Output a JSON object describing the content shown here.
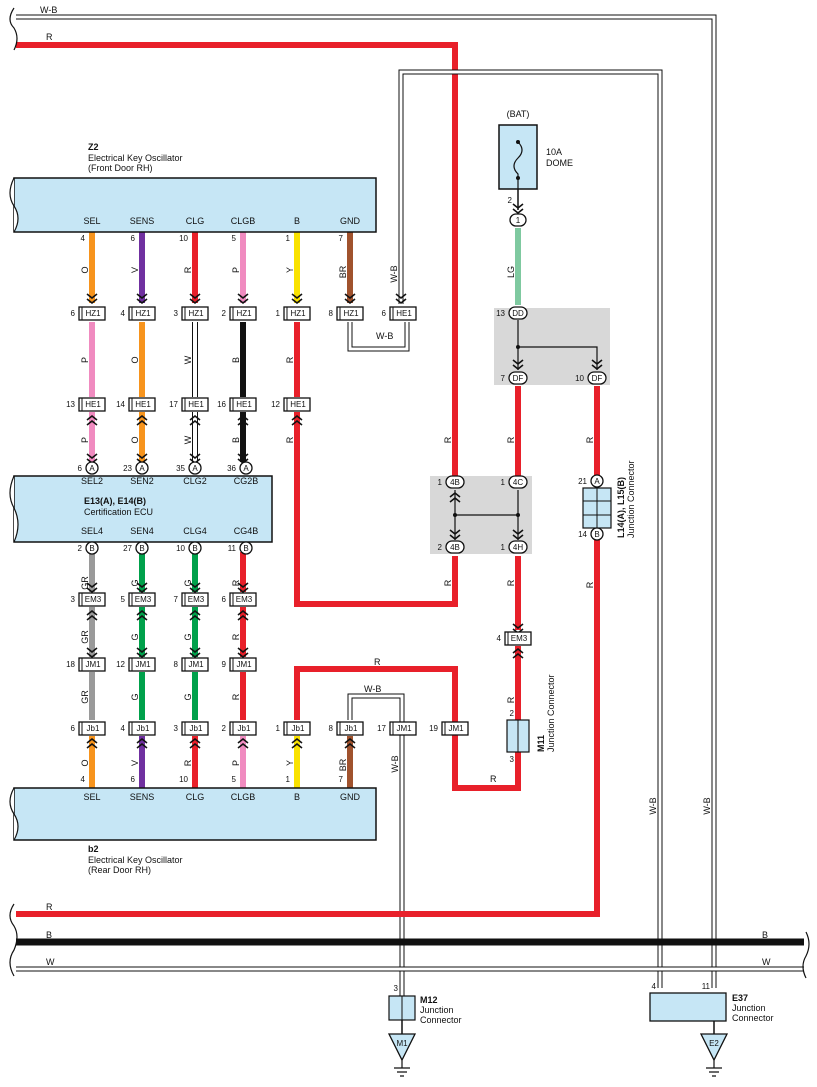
{
  "wire_codes": {
    "wb": "W-B",
    "r": "R",
    "b": "B",
    "w": "W",
    "o": "O",
    "v": "V",
    "p": "P",
    "y": "Y",
    "br": "BR",
    "lg": "LG",
    "gr": "GR",
    "g": "G"
  },
  "colors": {
    "red": "#e8202a",
    "orange": "#f7941d",
    "purple": "#7030a0",
    "pink": "#f08bc0",
    "yellow": "#f9e200",
    "brown": "#a0522d",
    "black": "#111111",
    "green": "#00a14b",
    "gray": "#9a9a9a",
    "light_green": "#7fc9a0",
    "ecu_fill": "#c6e6f5",
    "junction_fill": "#d8d8d8"
  },
  "z2": {
    "code": "Z2",
    "name": "Electrical Key Oscillator",
    "sub": "(Front Door RH)"
  },
  "b2": {
    "code": "b2",
    "name": "Electrical Key Oscillator",
    "sub": "(Rear Door RH)"
  },
  "ecu": {
    "code": "E13(A), E14(B)",
    "name": "Certification ECU"
  },
  "fuse": {
    "bat": "(BAT)",
    "rating": "10A",
    "name": "DOME"
  },
  "m11": {
    "code": "M11",
    "name": "Junction Connector"
  },
  "m12": {
    "code": "M12",
    "name": "Junction",
    "name2": "Connector"
  },
  "e37": {
    "code": "E37",
    "name": "Junction",
    "name2": "Connector"
  },
  "l14": {
    "code": "L14(A), L15(B)",
    "name": "Junction Connector"
  },
  "grounds": {
    "m1": "M1",
    "e2": "E2"
  },
  "pins": {
    "sel": "SEL",
    "sens": "SENS",
    "clg": "CLG",
    "clgb": "CLGB",
    "b": "B",
    "gnd": "GND",
    "sel2": "SEL2",
    "sen2": "SEN2",
    "clg2": "CLG2",
    "cg2b": "CG2B",
    "sel4": "SEL4",
    "sen4": "SEN4",
    "clg4": "CLG4",
    "cg4b": "CG4B"
  },
  "connectors": {
    "hz1": "HZ1",
    "he1": "HE1",
    "em3": "EM3",
    "jm1": "JM1",
    "jb1": "Jb1",
    "dd": "DD",
    "df": "DF",
    "c4b": "4B",
    "c4c": "4C",
    "c4h": "4H",
    "one": "1"
  },
  "letters": {
    "a": "A",
    "b": "B"
  },
  "nums": {
    "n1": "1",
    "n2": "2",
    "n3": "3",
    "n4": "4",
    "n5": "5",
    "n6": "6",
    "n7": "7",
    "n8": "8",
    "n9": "9",
    "n10": "10",
    "n11": "11",
    "n12": "12",
    "n13": "13",
    "n14": "14",
    "n16": "16",
    "n17": "17",
    "n18": "18",
    "n19": "19",
    "n21": "21",
    "n23": "23",
    "n27": "27",
    "n35": "35",
    "n36": "36"
  }
}
